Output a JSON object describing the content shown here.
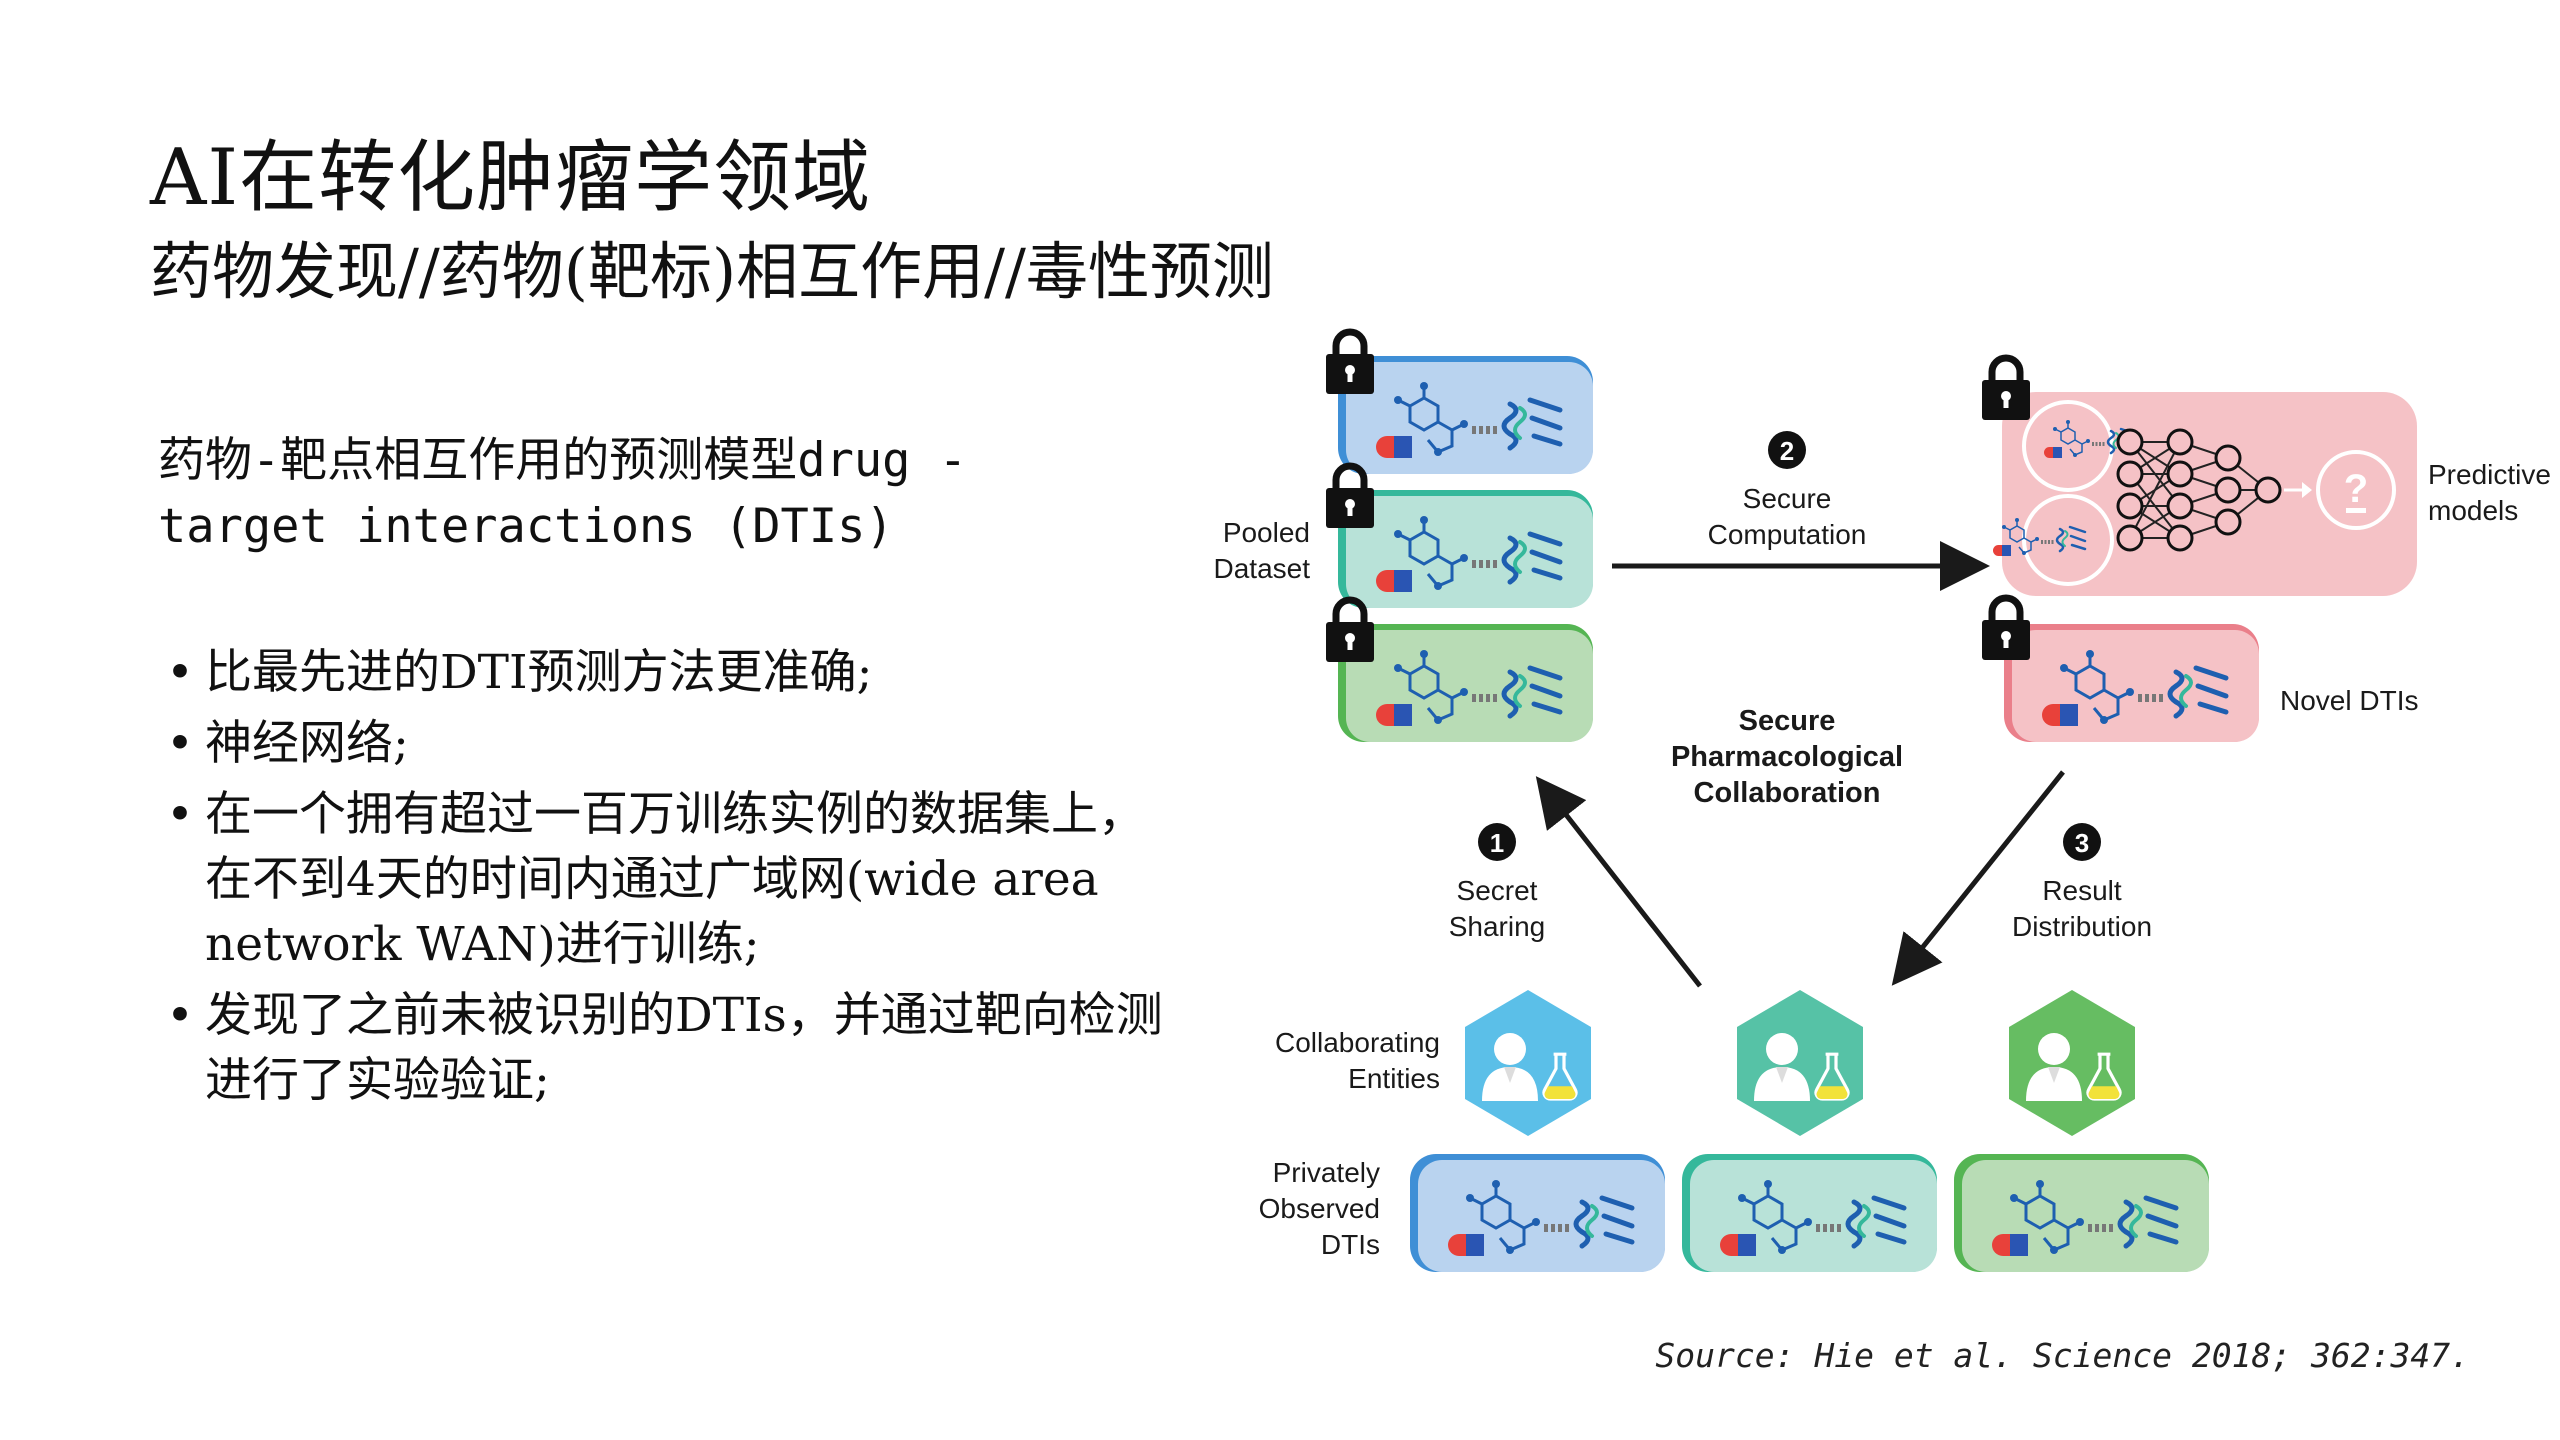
{
  "title": "AI在转化肿瘤学领域",
  "subtitle": "药物发现//药物(靶标)相互作用//毒性预测",
  "heading": "药物-靶点相互作用的预测模型drug - target interactions (DTIs)",
  "bullets": [
    "比最先进的DTI预测方法更准确;",
    "神经网络;",
    "在一个拥有超过一百万训练实例的数据集上，在不到4天的时间内通过广域网(wide area  network WAN)进行训练;",
    "发现了之前未被识别的DTIs，并通过靶向检测进行了实验验证;"
  ],
  "bullet_marker": "•",
  "source": "Source: Hie et al. Science 2018; 362:347.",
  "figure": {
    "pooled_dataset": [
      "Pooled",
      "Dataset"
    ],
    "step2_number": "2",
    "step2_label": [
      "Secure",
      "Computation"
    ],
    "predictive_models": [
      "Predictive",
      "models"
    ],
    "novel_dtis": "Novel DTIs",
    "center_label": [
      "Secure",
      "Pharmacological",
      "Collaboration"
    ],
    "step1_number": "1",
    "step1_label": [
      "Secret",
      "Sharing"
    ],
    "step3_number": "3",
    "step3_label": [
      "Result",
      "Distribution"
    ],
    "collaborating_entities": [
      "Collaborating",
      "Entities"
    ],
    "privately_observed": [
      "Privately",
      "Observed",
      "DTIs"
    ],
    "question_mark": "?",
    "colors": {
      "blue_card": "#b9d3ef",
      "blue_edge": "#3f8fd6",
      "teal_card": "#b8e2d8",
      "teal_edge": "#35b89b",
      "green_card": "#b8dcb5",
      "green_edge": "#55b553",
      "pink_panel": "#f5c2c6",
      "pink_edge": "#ea7f8a",
      "hex_blue": "#5bbfe8",
      "hex_teal": "#56c2a6",
      "hex_green": "#66bd62",
      "arrow": "#1a1a1a"
    }
  }
}
